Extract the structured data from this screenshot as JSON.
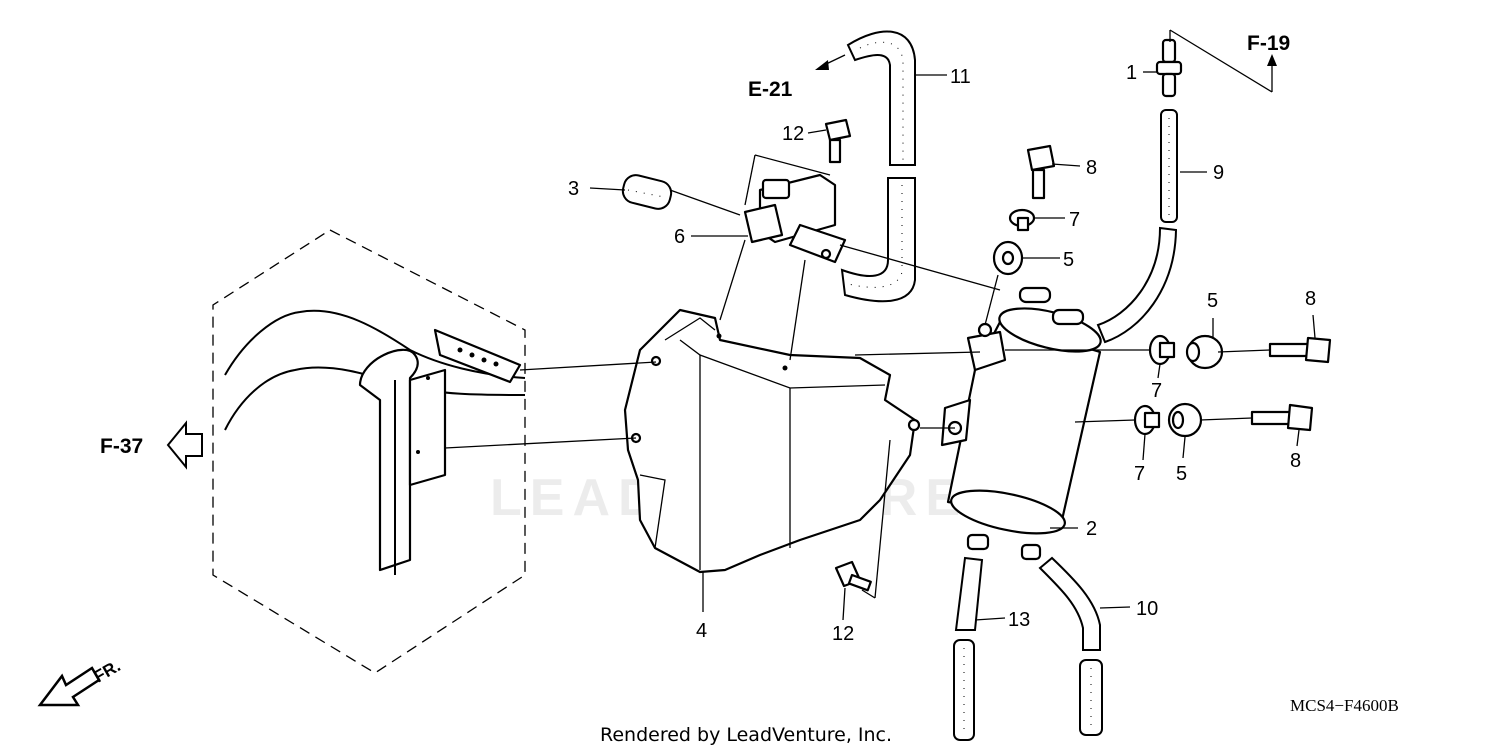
{
  "callouts": [
    "1",
    "2",
    "3",
    "4",
    "5",
    "5",
    "5",
    "6",
    "7",
    "7",
    "7",
    "8",
    "8",
    "8",
    "9",
    "10",
    "11",
    "12",
    "12",
    "13"
  ],
  "refs": {
    "e21": "E-21",
    "f19": "F-19",
    "f37": "F-37",
    "fr": "FR."
  },
  "diagram_code": "MCS4−F4600B",
  "credit": "Rendered by LeadVenture, Inc.",
  "watermark": "LEADVENTURE"
}
